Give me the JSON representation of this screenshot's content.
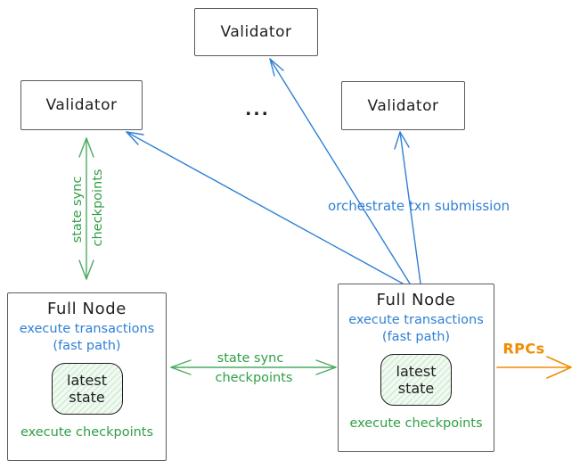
{
  "colors": {
    "ink": "#1e1e1e",
    "box_border": "#5b5b5b",
    "blue": "#2f80d4",
    "green": "#2f9e44",
    "arrow_green": "#4aaa61",
    "orange": "#f08c00",
    "state_fill": "#f1faf1",
    "state_hatch": "#d2ecd6"
  },
  "validators": {
    "top": {
      "label": "Validator"
    },
    "left": {
      "label": "Validator"
    },
    "right": {
      "label": "Validator"
    },
    "ellipsis": "..."
  },
  "full_node_left": {
    "title": "Full Node",
    "fast_path_line1": "execute transactions",
    "fast_path_line2": "(fast path)",
    "state_line1": "latest",
    "state_line2": "state",
    "footer": "execute checkpoints"
  },
  "full_node_right": {
    "title": "Full Node",
    "fast_path_line1": "execute transactions",
    "fast_path_line2": "(fast path)",
    "state_line1": "latest",
    "state_line2": "state",
    "footer": "execute checkpoints"
  },
  "edge_labels": {
    "vertical_state_sync_line1": "state sync",
    "vertical_state_sync_line2": "checkpoints",
    "middle_state_sync_line1": "state sync",
    "middle_state_sync_line2": "checkpoints",
    "orchestrate": "orchestrate txn submission",
    "rpcs": "RPCs"
  }
}
